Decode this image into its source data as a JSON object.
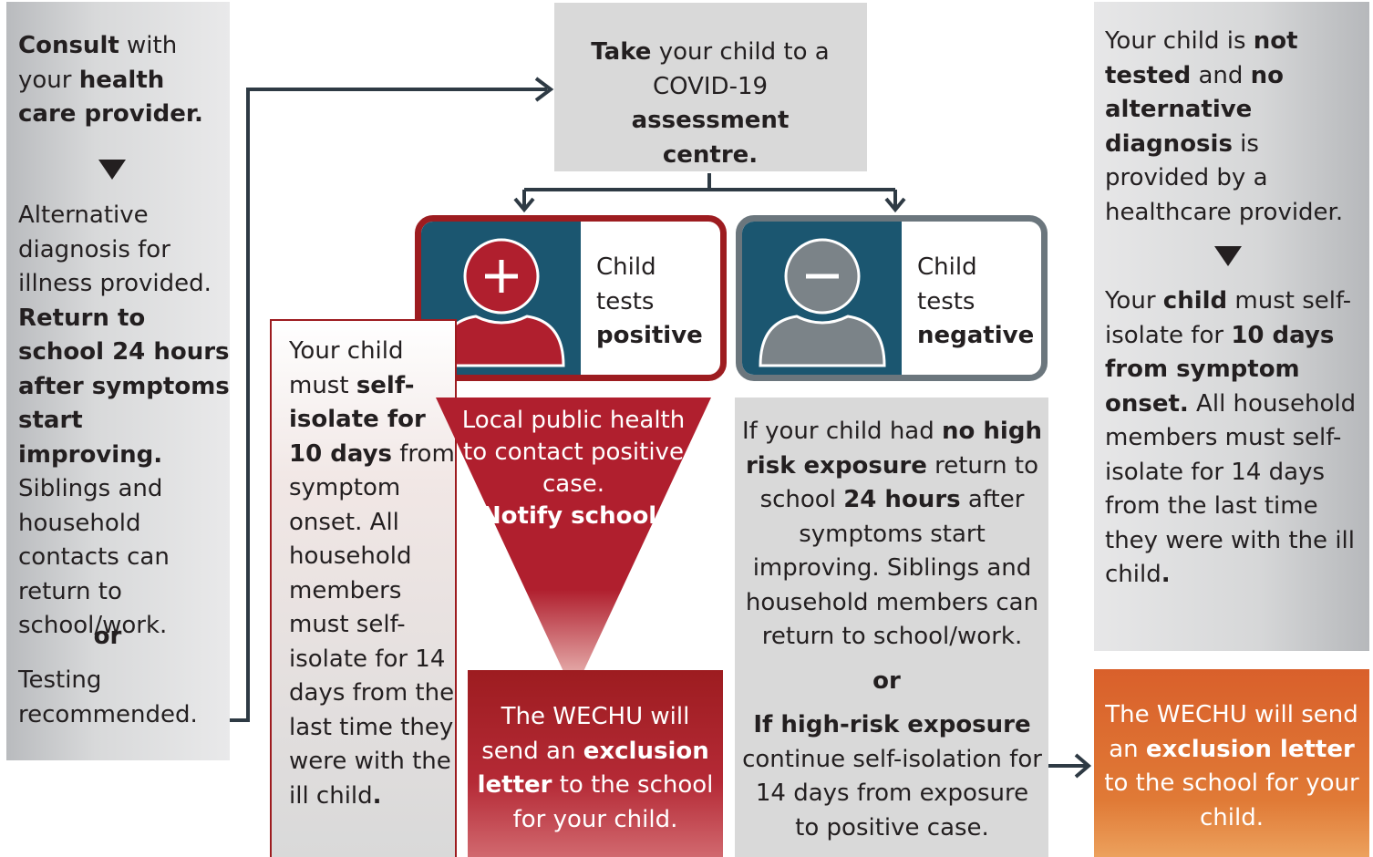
{
  "left": {
    "consult_bold": "Consult",
    "consult_rest": " with your ",
    "provider_bold": "health care provider.",
    "alt_diag": "Alternative diagnosis for illness provided.",
    "return_bold": "Return to school 24 hours after symptoms start improving.",
    "siblings": "Siblings and household contacts can return to school/work.",
    "or": "or",
    "testing": "Testing recommended."
  },
  "top_center": {
    "take_bold": "Take",
    "take_rest": " your child to a COVID-19 ",
    "centre_bold": "assessment centre."
  },
  "positive": {
    "line1": "Child",
    "line2": "tests",
    "result": "positive"
  },
  "negative": {
    "line1": "Child",
    "line2": "tests",
    "result": "negative"
  },
  "isolate_positive": {
    "intro": "Your child must ",
    "bold": "self-isolate for 10 days",
    "rest": " from symptom onset. All household members must self-isolate for 14 days from the last time they were with the ill child",
    "period": "."
  },
  "triangle": {
    "text": "Local public health to contact positive case.",
    "bold": "Notify school."
  },
  "letter_red": {
    "pre": "The WECHU will send an ",
    "bold1": "exclusion letter",
    "post": " to the school for your child."
  },
  "negative_info": {
    "p1_pre": "If your child had ",
    "p1_bold": "no high risk exposure",
    "p1_mid": " return to school ",
    "p1_bold2": "24 hours",
    "p1_post": " after symptoms start improving. Siblings and household members can return to school/work.",
    "or": "or",
    "p2_bold": "If high-risk exposure",
    "p2_rest": " continue self-isolation for 14 days from exposure to positive case."
  },
  "right": {
    "pre": "Your child is ",
    "bold1": "not tested",
    "mid": " and ",
    "bold2": "no alternative diagnosis",
    "post": " is provided by a healthcare provider.",
    "p2_pre": "Your ",
    "p2_bold": "child",
    "p2_mid": " must self-isolate for ",
    "p2_bold2": "10 days from symptom onset.",
    "p2_post": " All household members must self-isolate for 14 days from the last time they were with the ill child",
    "p2_period": "."
  },
  "letter_orange": {
    "pre": "The WECHU will send an ",
    "bold1": "exclusion letter",
    "post": " to the school for your child."
  },
  "colors": {
    "grey_box": "#d9d9d9",
    "red": "#b01f2e",
    "dark_red": "#9d1c20",
    "teal": "#1b5670",
    "negative_border": "#5e6a72",
    "orange": "#dd6b2a",
    "arrow": "#2e3a44"
  }
}
